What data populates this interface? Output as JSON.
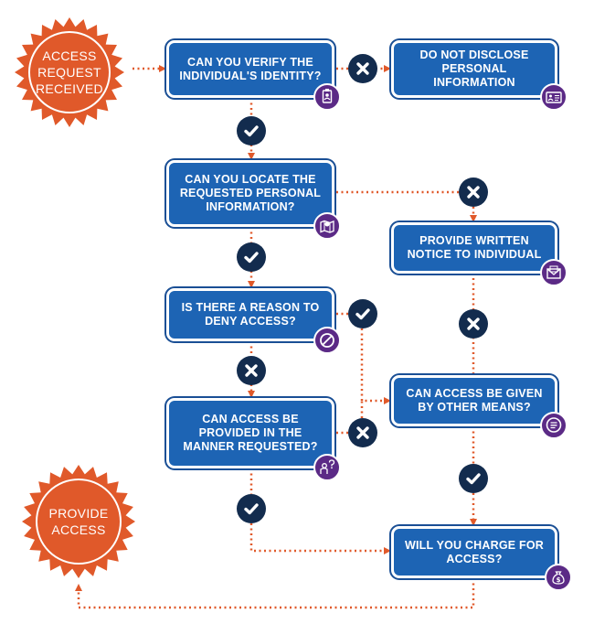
{
  "starts": {
    "received": "ACCESS REQUEST RECEIVED",
    "provide": "PROVIDE ACCESS"
  },
  "steps": {
    "verify": "CAN YOU VERIFY THE INDIVIDUAL'S IDENTITY?",
    "disclose": "DO NOT DISCLOSE PERSONAL INFORMATION",
    "locate": "CAN YOU LOCATE THE REQUESTED PERSONAL INFORMATION?",
    "notice": "PROVIDE WRITTEN NOTICE TO INDIVIDUAL",
    "deny": "IS THERE A REASON TO DENY ACCESS?",
    "other_means": "CAN ACCESS BE GIVEN BY OTHER MEANS?",
    "manner": "CAN ACCESS BE PROVIDED IN THE MANNER REQUESTED?",
    "charge": "WILL YOU CHARGE FOR ACCESS?"
  },
  "icons": {
    "verify": "id-badge-icon",
    "disclose": "id-card-icon",
    "locate": "map-pin-icon",
    "notice": "envelope-icon",
    "deny": "prohibited-icon",
    "other_means": "chat-bubble-icon",
    "manner": "person-question-icon",
    "charge": "money-bag-icon"
  },
  "colors": {
    "box": "#1d64b4",
    "badge": "#5b2a86",
    "burst": "#e0592a",
    "mark": "#132c4e",
    "connector": "#e0592a"
  }
}
